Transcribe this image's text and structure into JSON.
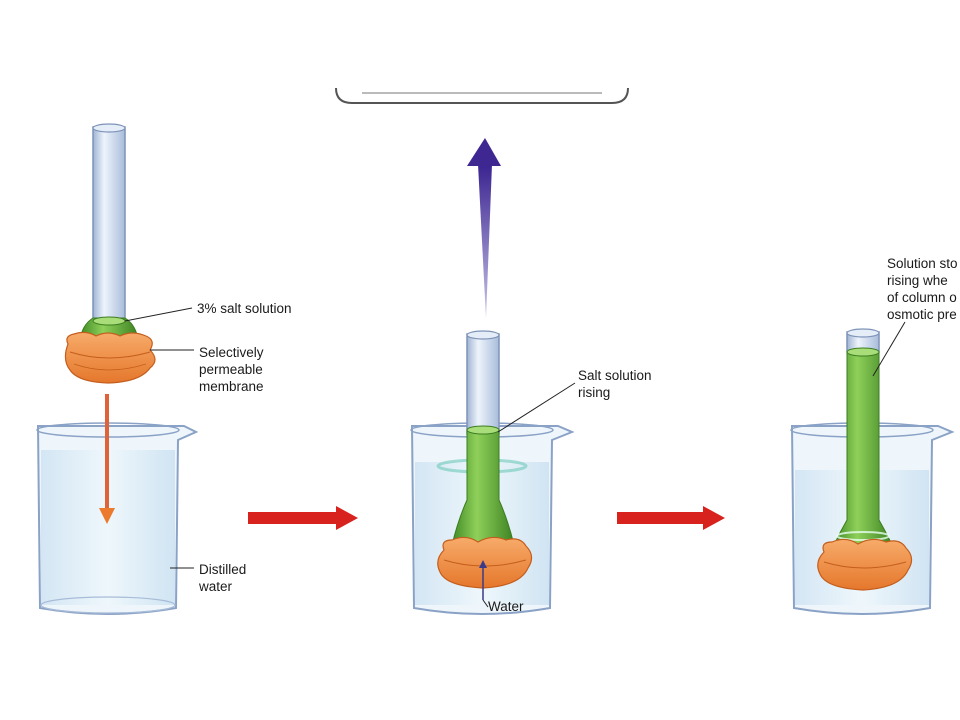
{
  "labels": {
    "salt_solution": "3% salt solution",
    "membrane_line1": "Selectively",
    "membrane_line2": "permeable",
    "membrane_line3": "membrane",
    "distilled_line1": "Distilled",
    "distilled_line2": "water",
    "rising_line1": "Salt solution",
    "rising_line2": "rising",
    "water": "Water",
    "stops_line1": "Solution sto",
    "stops_line2": "rising whe",
    "stops_line3": "of column o",
    "stops_line4": "osmotic pre"
  },
  "colors": {
    "tube": "#d4e2f4",
    "solution_green": "#5aa83a",
    "membrane_orange": "#f08a3c",
    "beaker_glass": "#e9f3fb",
    "water_blue": "#cfe6f5",
    "step_arrow_red": "#d8221e",
    "pressure_arrow_purple": "#4a2d96"
  }
}
